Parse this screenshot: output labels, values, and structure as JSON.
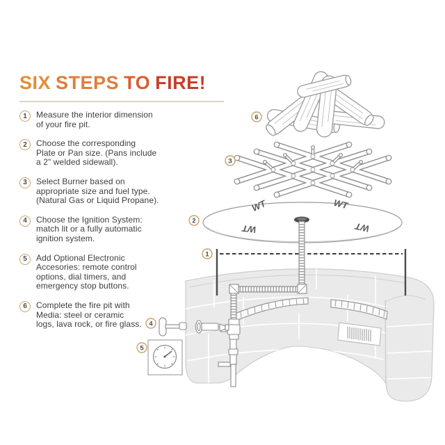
{
  "title": {
    "words": [
      "SIX",
      "STEPS",
      "TO",
      "FIRE!"
    ]
  },
  "steps": [
    {
      "num": "1",
      "text": "Measure the interior dimension\nof your fire pit."
    },
    {
      "num": "2",
      "text": "Choose the corresponding\nPlate or Pan size. (Pans include\na 2\" welded sidewall)."
    },
    {
      "num": "3",
      "text": "Select Burner based on\nappropriate size and fuel type.\n(Natural Gas or Liquid Propane)."
    },
    {
      "num": "4",
      "text": "Choose the Ignition System:\nmatch lit or a fully automatic\nignition system."
    },
    {
      "num": "5",
      "text": "Add Optional Electronic\nAccesories: remote control\noptions, dial timers, and\nemergency stop buttons."
    },
    {
      "num": "6",
      "text": "Complete the fire pit with\nMedia: steel or ceramic\nlogs, lava rock, or fire glass."
    }
  ],
  "diagram": {
    "plate_logo": "WT",
    "callouts": {
      "c1": "1",
      "c2": "2",
      "c3": "3",
      "c4": "4",
      "c5": "5",
      "c6": "6"
    }
  },
  "colors": {
    "title_orange": "#E28C3B",
    "title_red": "#C73E29",
    "callout_ring": "#C9A268",
    "body_text": "#3D3D3D",
    "wall_gray": "#EAEAEA",
    "line_art": "#8A8A8A"
  }
}
